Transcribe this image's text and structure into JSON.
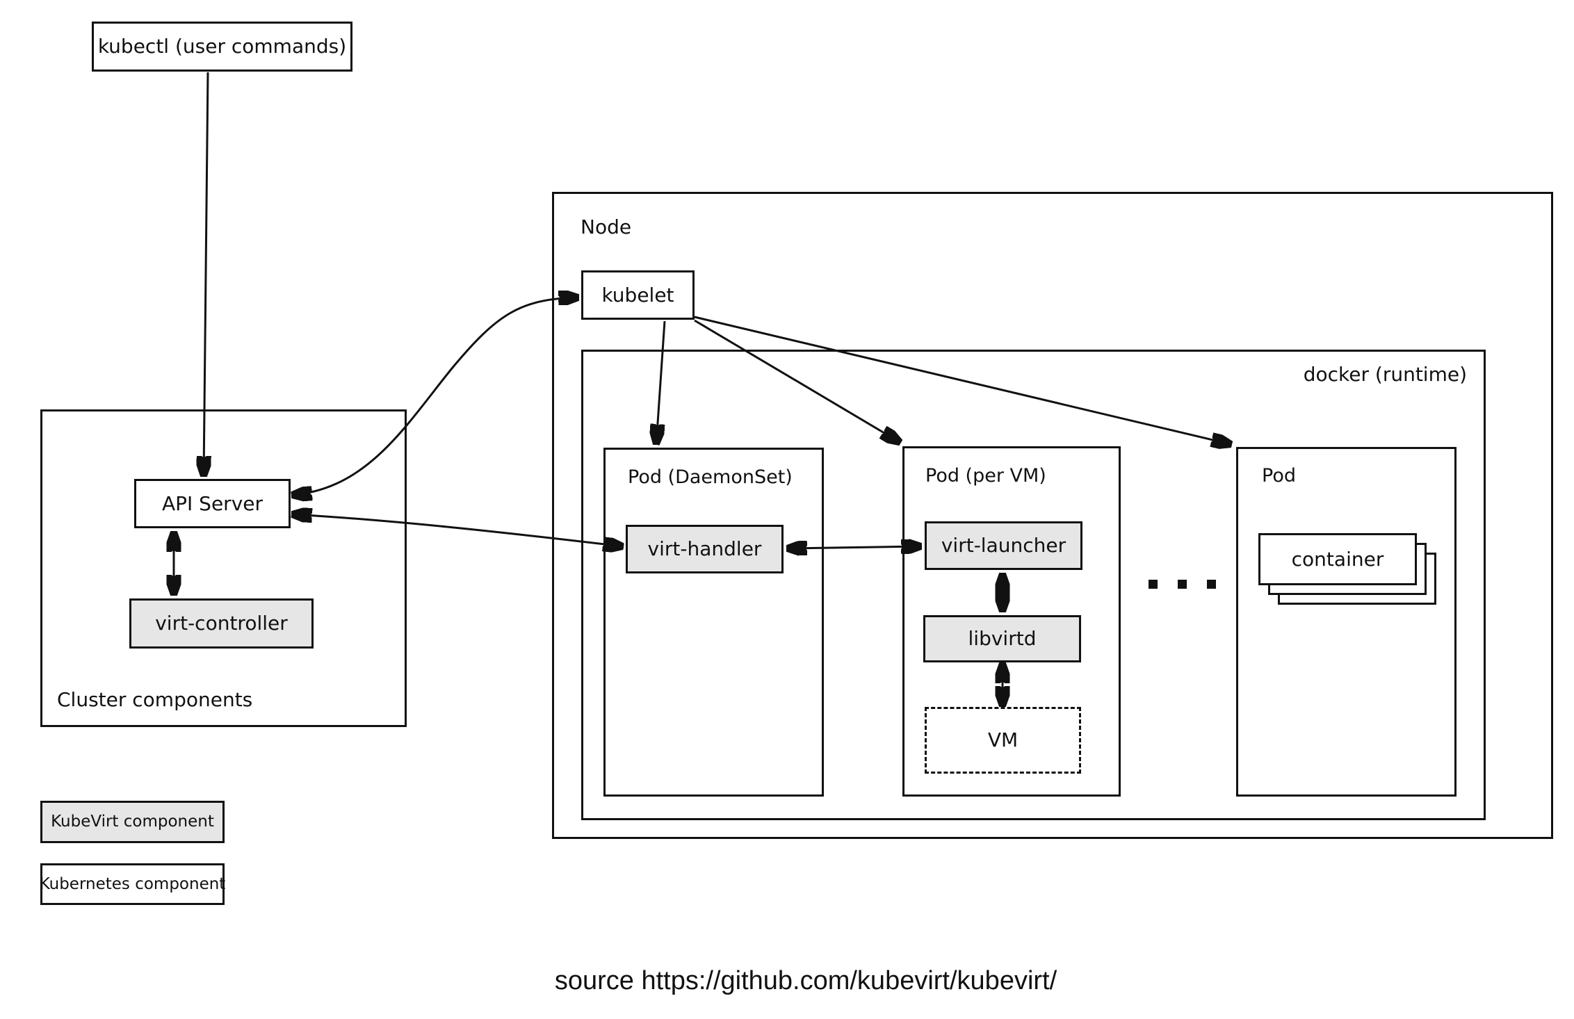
{
  "labels": {
    "kubectl": "kubectl (user commands)",
    "cluster": "Cluster components",
    "api_server": "API Server",
    "virt_controller": "virt-controller",
    "node": "Node",
    "kubelet": "kubelet",
    "docker": "docker (runtime)",
    "pod_daemonset": "Pod (DaemonSet)",
    "virt_handler": "virt-handler",
    "pod_per_vm": "Pod (per VM)",
    "virt_launcher": "virt-launcher",
    "libvirtd": "libvirtd",
    "vm": "VM",
    "pod": "Pod",
    "container": "container"
  },
  "legend": {
    "kubevirt": "KubeVirt component",
    "kubernetes": "Kubernetes component"
  },
  "footer": {
    "source_text": "source https://github.com/kubevirt/kubevirt/"
  },
  "ellipsis_dot_count": 3,
  "colors": {
    "kubevirt_component_fill": "#e6e6e6",
    "kubernetes_component_fill": "#ffffff",
    "stroke": "#111111",
    "background": "#ffffff"
  }
}
